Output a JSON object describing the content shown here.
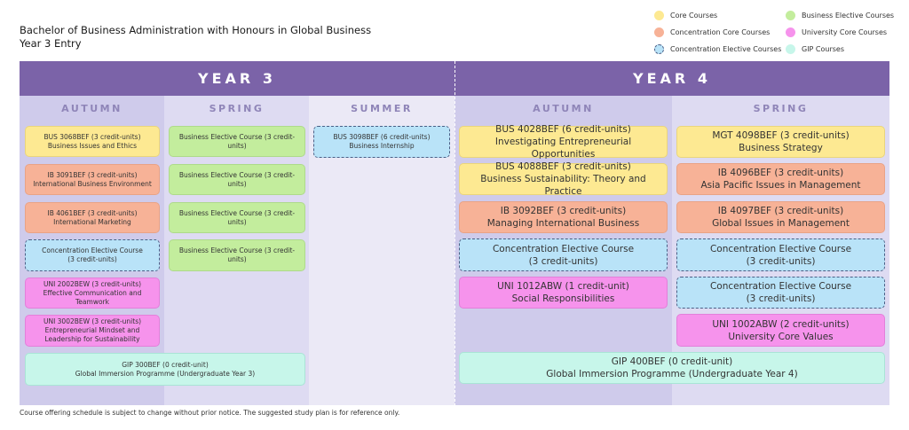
{
  "header": {
    "title_line1": "Bachelor of Business Administration with Honours in Global Business",
    "title_line2": "Year 3 Entry"
  },
  "legend": [
    {
      "label": "Core Courses",
      "color": "#fde992"
    },
    {
      "label": "Business Elective Courses",
      "color": "#c3ed9d"
    },
    {
      "label": "Concentration Core Courses",
      "color": "#f7b297"
    },
    {
      "label": "University Core Courses",
      "color": "#f693ec"
    },
    {
      "label": "Concentration Elective Courses",
      "color": "#b9e3f8"
    },
    {
      "label": "GIP Courses",
      "color": "#c7f6ea"
    }
  ],
  "years": {
    "year3": "YEAR 3",
    "year4": "YEAR 4"
  },
  "terms": {
    "y3_autumn": "AUTUMN",
    "y3_spring": "SPRING",
    "y3_summer": "SUMMER",
    "y4_autumn": "AUTUMN",
    "y4_spring": "SPRING"
  },
  "courses": {
    "y3a1": {
      "l1": "BUS 3068BEF (3 credit-units)",
      "l2": "Business Issues and Ethics"
    },
    "y3a2": {
      "l1": "IB 3091BEF (3 credit-units)",
      "l2": "International Business Environment"
    },
    "y3a3": {
      "l1": "IB 4061BEF (3 credit-units)",
      "l2": "International Marketing"
    },
    "y3a4": {
      "l1": "Concentration Elective Course",
      "l2": "(3 credit-units)"
    },
    "y3a5": {
      "l1": "UNI 2002BEW (3 credit-units)",
      "l2": "Effective Communication and Teamwork"
    },
    "y3a6": {
      "l1": "UNI 3002BEW (3 credit-units)",
      "l2": "Entrepreneurial Mindset and",
      "l3": "Leadership for Sustainability"
    },
    "y3gip": {
      "l1": "GIP 300BEF (0 credit-unit)",
      "l2": "Global Immersion Programme (Undergraduate Year 3)"
    },
    "y3s1": {
      "l1": "Business Elective Course (3 credit-units)"
    },
    "y3s2": {
      "l1": "Business Elective Course (3 credit-units)"
    },
    "y3s3": {
      "l1": "Business Elective Course (3 credit-units)"
    },
    "y3s4": {
      "l1": "Business Elective Course (3 credit-units)"
    },
    "y3u1": {
      "l1": "BUS 3098BEF (6 credit-units)",
      "l2": "Business Internship"
    },
    "y4a1": {
      "l1": "BUS 4028BEF (6 credit-units)",
      "l2": "Investigating Entrepreneurial Opportunities"
    },
    "y4a2": {
      "l1": "BUS 4088BEF (3 credit-units)",
      "l2": "Business Sustainability: Theory and Practice"
    },
    "y4a3": {
      "l1": "IB 3092BEF (3 credit-units)",
      "l2": "Managing International Business"
    },
    "y4a4": {
      "l1": "Concentration Elective Course",
      "l2": "(3 credit-units)"
    },
    "y4a5": {
      "l1": "UNI 1012ABW (1 credit-unit)",
      "l2": "Social Responsibilities"
    },
    "y4s1": {
      "l1": "MGT 4098BEF (3 credit-units)",
      "l2": "Business Strategy"
    },
    "y4s2": {
      "l1": "IB 4096BEF (3 credit-units)",
      "l2": "Asia Pacific Issues in Management"
    },
    "y4s3": {
      "l1": "IB 4097BEF (3 credit-units)",
      "l2": "Global Issues in Management"
    },
    "y4s4": {
      "l1": "Concentration Elective Course",
      "l2": "(3 credit-units)"
    },
    "y4s5": {
      "l1": "Concentration Elective Course",
      "l2": "(3 credit-units)"
    },
    "y4s6": {
      "l1": "UNI 1002ABW (2 credit-units)",
      "l2": "University Core Values"
    },
    "y4gip": {
      "l1": "GIP 400BEF (0 credit-unit)",
      "l2": "Global Immersion Programme (Undergraduate Year 4)"
    }
  },
  "footer": "Course offering schedule is subject to change without prior notice. The suggested study plan is for reference only."
}
